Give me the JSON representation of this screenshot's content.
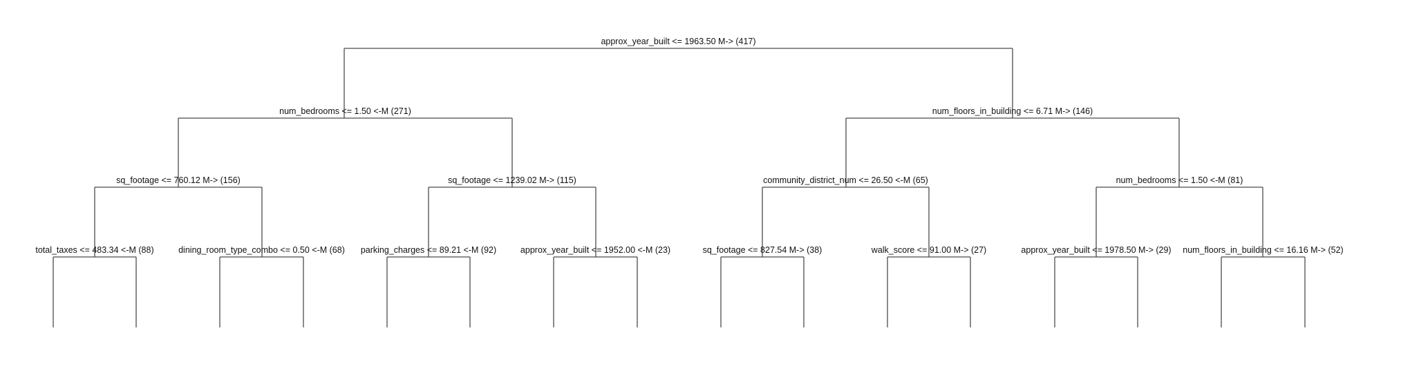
{
  "nodes": [
    {
      "id": "root",
      "label": "approx_year_built <= 1963.50 M-> (417)"
    },
    {
      "id": "l",
      "label": "num_bedrooms <= 1.50 <-M (271)"
    },
    {
      "id": "r",
      "label": "num_floors_in_building <= 6.71 M-> (146)"
    },
    {
      "id": "ll",
      "label": "sq_footage <= 760.12 M-> (156)"
    },
    {
      "id": "lr",
      "label": "sq_footage <= 1239.02 M-> (115)"
    },
    {
      "id": "rl",
      "label": "community_district_num <= 26.50 <-M (65)"
    },
    {
      "id": "rr",
      "label": "num_bedrooms <= 1.50 <-M (81)"
    },
    {
      "id": "lll",
      "label": "total_taxes <= 483.34 <-M (88)"
    },
    {
      "id": "llr",
      "label": "dining_room_type_combo <= 0.50 <-M (68)"
    },
    {
      "id": "lrl",
      "label": "parking_charges <= 89.21 <-M (92)"
    },
    {
      "id": "lrr",
      "label": "approx_year_built <= 1952.00 <-M (23)"
    },
    {
      "id": "rll",
      "label": "sq_footage <= 827.54 M-> (38)"
    },
    {
      "id": "rlr",
      "label": "walk_score <= 91.00 M-> (27)"
    },
    {
      "id": "rrl",
      "label": "approx_year_built <= 1978.50 M-> (29)"
    },
    {
      "id": "rrr",
      "label": "num_floors_in_building <= 16.16 M-> (52)"
    }
  ]
}
